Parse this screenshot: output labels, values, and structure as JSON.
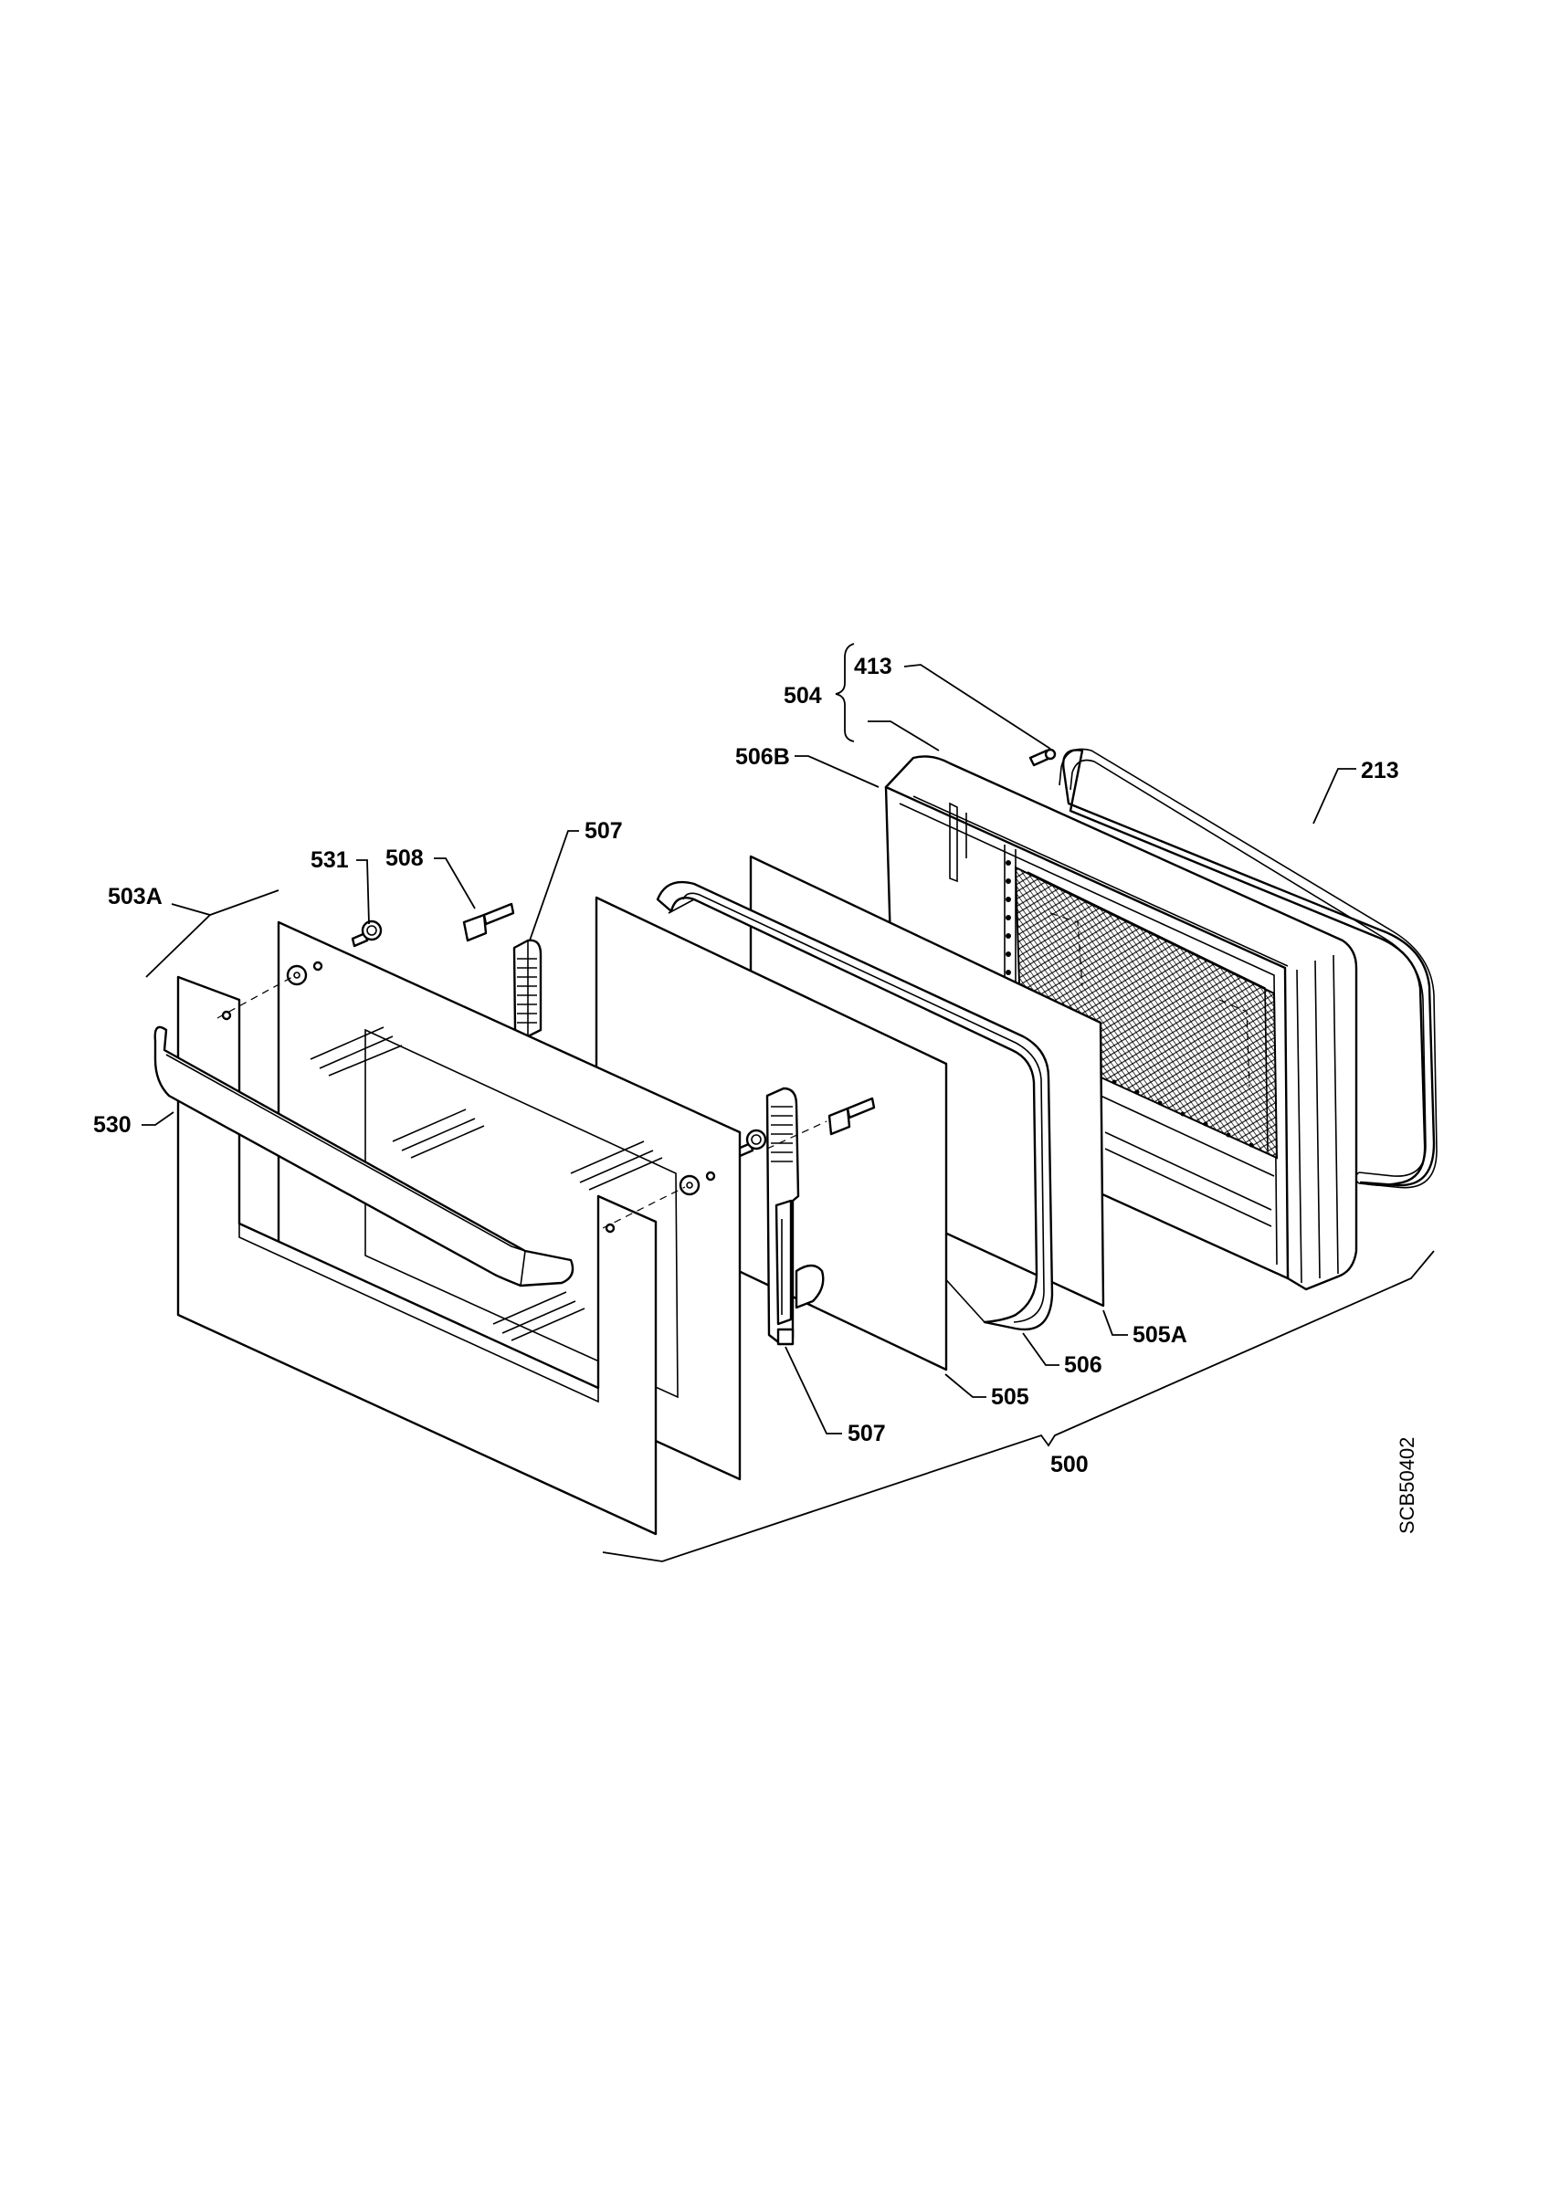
{
  "labels": {
    "l413": "413",
    "l504": "504",
    "l506B": "506B",
    "l213": "213",
    "l531": "531",
    "l508": "508",
    "l507_top": "507",
    "l503A": "503A",
    "l530": "530",
    "l505A": "505A",
    "l506": "506",
    "l505": "505",
    "l507_bottom": "507",
    "l500": "500"
  },
  "drawing_code": "SCB50402",
  "colors": {
    "line": "#000000",
    "background": "#ffffff"
  },
  "mesh": {
    "columns": 30,
    "rows": 12
  }
}
